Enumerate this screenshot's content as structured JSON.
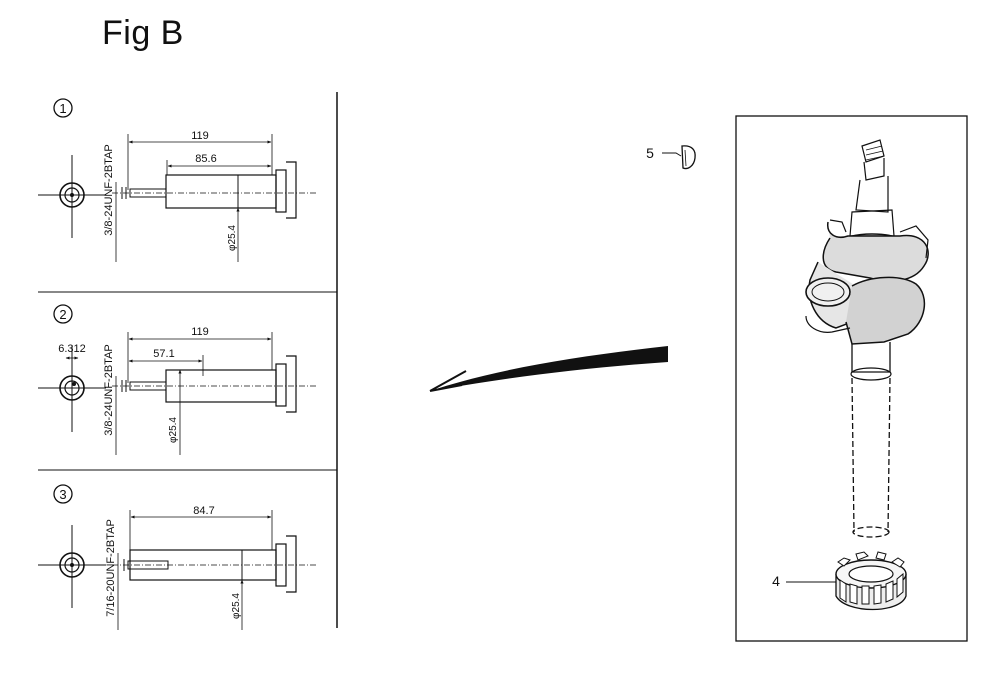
{
  "figure": {
    "title": "Fig B"
  },
  "variants": [
    {
      "number": "1",
      "thread": "3/8-24UNF-2BTAP",
      "dimensions": {
        "overall": "119",
        "inner": "85.6",
        "diameter": "φ25.4"
      }
    },
    {
      "number": "2",
      "thread": "3/8-24UNF-2BTAP",
      "dimensions": {
        "overall": "119",
        "inner": "57.1",
        "diameter": "φ25.4",
        "offset": "6.312"
      }
    },
    {
      "number": "3",
      "thread": "7/16-20UNF-2BTAP",
      "dimensions": {
        "overall": "84.7",
        "diameter": "φ25.4"
      }
    }
  ],
  "callouts": [
    {
      "number": "5",
      "part": "key"
    },
    {
      "number": "4",
      "part": "timing-gear"
    }
  ]
}
